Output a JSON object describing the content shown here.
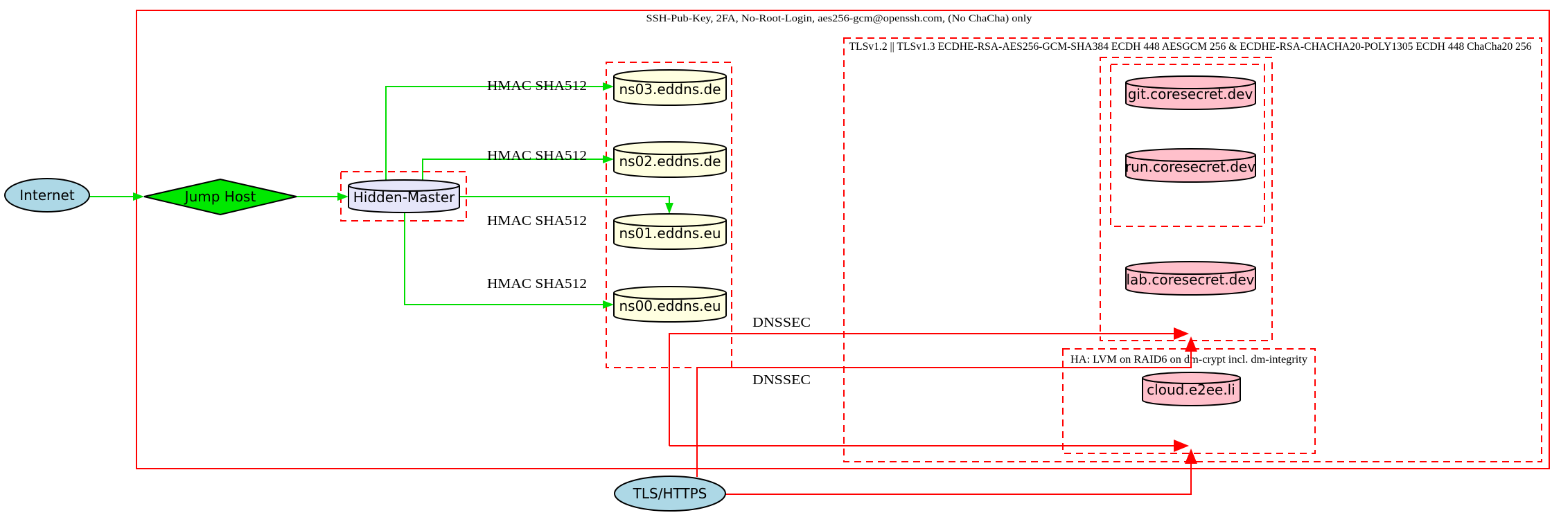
{
  "diagram": {
    "cluster_labels": {
      "ssh": "SSH-Pub-Key, 2FA, No-Root-Login, aes256-gcm@openssh.com, (No ChaCha) only",
      "tls": "TLSv1.2 || TLSv1.3 ECDHE-RSA-AES256-GCM-SHA384 ECDH 448 AESGCM 256 & ECDHE-RSA-CHACHA20-POLY1305 ECDH 448 ChaCha20 256",
      "ha": "HA: LVM on RAID6 on dm-crypt incl. dm-integrity"
    },
    "nodes": {
      "internet": "Internet",
      "jump_host": "Jump Host",
      "hidden_master": "Hidden-Master",
      "ns03": "ns03.eddns.de",
      "ns02": "ns02.eddns.de",
      "ns01": "ns01.eddns.eu",
      "ns00": "ns00.eddns.eu",
      "git": "git.coresecret.dev",
      "run": "run.coresecret.dev",
      "lab": "lab.coresecret.dev",
      "cloud": "cloud.e2ee.li",
      "tls_https": "TLS/HTTPS"
    },
    "edge_labels": {
      "hmac": "HMAC SHA512",
      "dnssec": "DNSSEC"
    },
    "colors": {
      "cluster_red": "#ff0000",
      "edge_green": "#00dd00",
      "edge_red": "#ff0000",
      "jump_fill": "#00e800",
      "dns_fill": "#ffffe0",
      "web_fill": "#ffc0cb",
      "master_fill": "#e6e6fa",
      "endpoint_fill": "#add8e6",
      "text": "#000000"
    }
  }
}
